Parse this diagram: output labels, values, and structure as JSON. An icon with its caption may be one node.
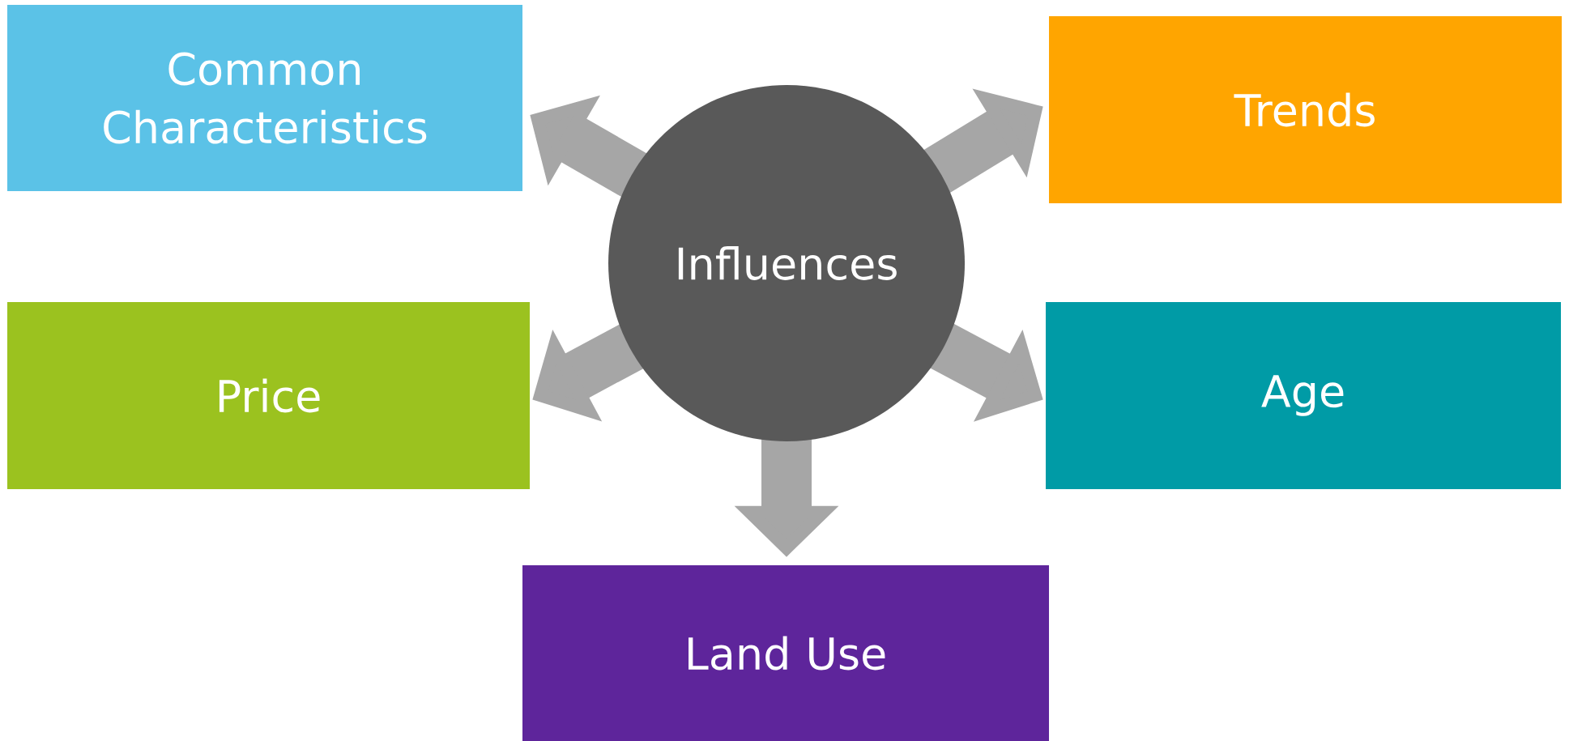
{
  "diagram": {
    "nodes": [
      {
        "text": [
          "Common Characteristics"
        ]
      },
      {
        "text": [
          "Trends"
        ]
      },
      {
        "text": [
          "Influences"
        ]
      },
      {
        "text": [
          "Price"
        ]
      },
      {
        "text": [
          "Age"
        ]
      },
      {
        "text": [
          "Land Use"
        ]
      }
    ],
    "edges": [
      {
        "from": 2,
        "to": 0,
        "arrow": "to"
      },
      {
        "from": 2,
        "to": 1,
        "arrow": "to"
      },
      {
        "from": 2,
        "to": 3,
        "arrow": "to"
      },
      {
        "from": 2,
        "to": 4,
        "arrow": "to"
      },
      {
        "from": 2,
        "to": 5,
        "arrow": "to"
      }
    ]
  }
}
